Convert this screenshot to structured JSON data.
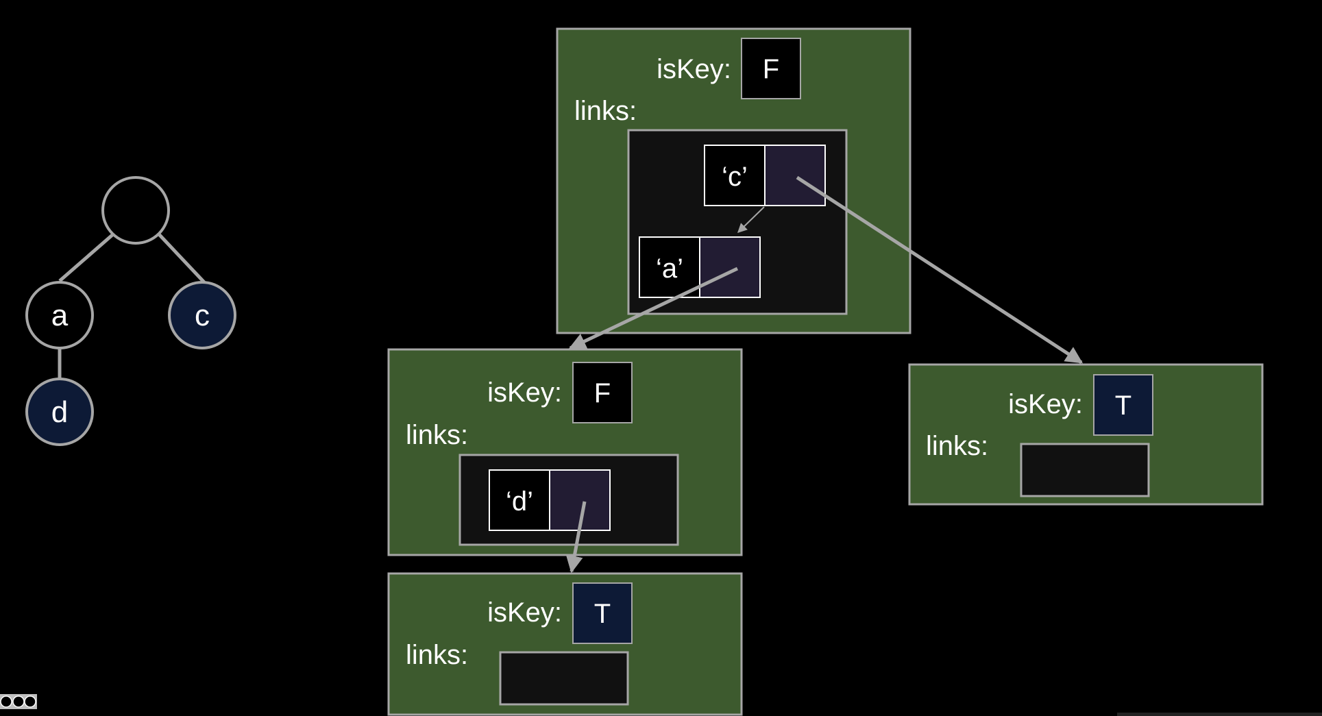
{
  "tree": {
    "root_label": "",
    "left_child": "a",
    "right_child": "c",
    "grandchild": "d"
  },
  "nodes": {
    "root": {
      "iskey_label": "isKey:",
      "iskey_value": "F",
      "links_label": "links:",
      "entries": [
        "‘c’",
        "‘a’"
      ]
    },
    "a_node": {
      "iskey_label": "isKey:",
      "iskey_value": "F",
      "links_label": "links:",
      "entries": [
        "‘d’"
      ]
    },
    "c_node": {
      "iskey_label": "isKey:",
      "iskey_value": "T",
      "links_label": "links:"
    },
    "d_node": {
      "iskey_label": "isKey:",
      "iskey_value": "T",
      "links_label": "links:"
    }
  },
  "colors": {
    "background": "#000000",
    "node_fill": "#3d5a2e",
    "node_border": "#a6a6a6",
    "links_box": "#111111",
    "pointer_cell": "#221c33",
    "key_true_fill": "#0d1a36",
    "arrow": "#a6a6a6"
  },
  "icons": {
    "license": "creative-commons-by-nc-sa-icon"
  }
}
